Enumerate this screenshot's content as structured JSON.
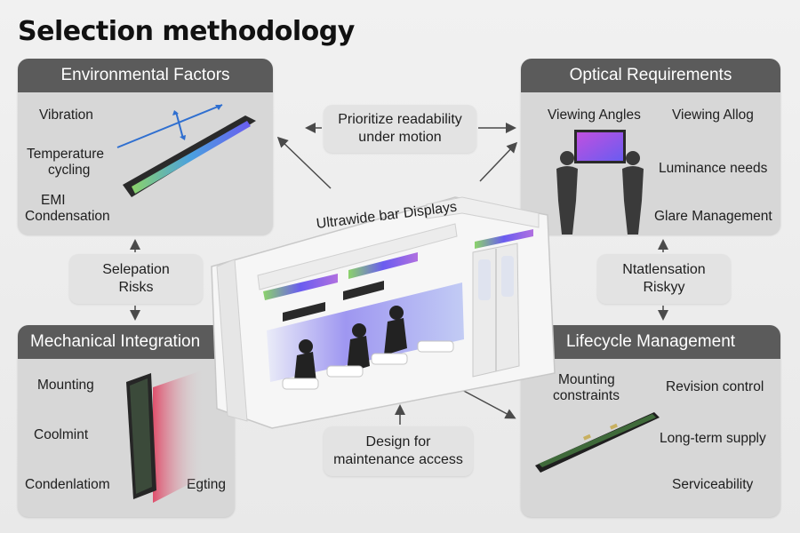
{
  "title": "Selection methodology",
  "center_label": "Ultrawide bar Displays",
  "panels": {
    "environmental": {
      "header": "Environmental Factors",
      "items": [
        "Vibration",
        "Temperature",
        "cycling",
        "EMI",
        "Condensation"
      ],
      "icon": "vibrating-display-icon"
    },
    "optical": {
      "header": "Optical Requirements",
      "items": [
        "Viewing Angles",
        "Viewing Allog",
        "Luminance needs",
        "Glare Management"
      ],
      "icon": "viewers-display-icon"
    },
    "mechanical": {
      "header": "Mechanical Integration",
      "items": [
        "Mounting",
        "Coolmint",
        "Condenlatiom",
        "Egting"
      ],
      "icon": "display-heat-icon"
    },
    "lifecycle": {
      "header": "Lifecycle Management",
      "items": [
        "Mounting",
        "constraints",
        "Revision control",
        "Long-term supply",
        "Serviceability"
      ],
      "icon": "circuit-board-icon"
    }
  },
  "callouts": {
    "top": [
      "Prioritize readability",
      "under motion"
    ],
    "left": [
      "Selepation",
      "Risks"
    ],
    "right": [
      "Ntatlensation",
      "Riskyy"
    ],
    "bottom": [
      "Design for",
      "maintenance access"
    ]
  },
  "colors": {
    "panel_bg": "#d7d7d7",
    "header_bg": "#5b5b5b",
    "callout_bg": "#e3e3e3",
    "arrow": "#4a4a4a",
    "display_gradient_start": "#6a5cf0",
    "display_gradient_end": "#8bd36a"
  }
}
